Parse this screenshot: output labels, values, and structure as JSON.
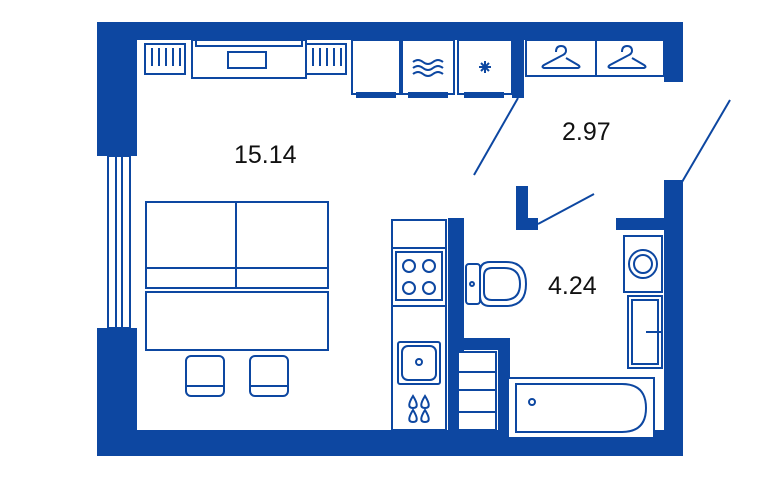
{
  "colors": {
    "wall": "#0D47A1",
    "background": "#ffffff",
    "text": "#111111"
  },
  "rooms": [
    {
      "id": "living",
      "area": "15.14"
    },
    {
      "id": "hall",
      "area": "2.97"
    },
    {
      "id": "bathroom",
      "area": "4.24"
    }
  ],
  "icons": [
    "radiator-icon",
    "wave-icon",
    "snowflake-icon",
    "hanger-icon",
    "toilet-icon",
    "bathtub-icon",
    "washing-machine-icon",
    "sink-icon",
    "stove-icon"
  ]
}
